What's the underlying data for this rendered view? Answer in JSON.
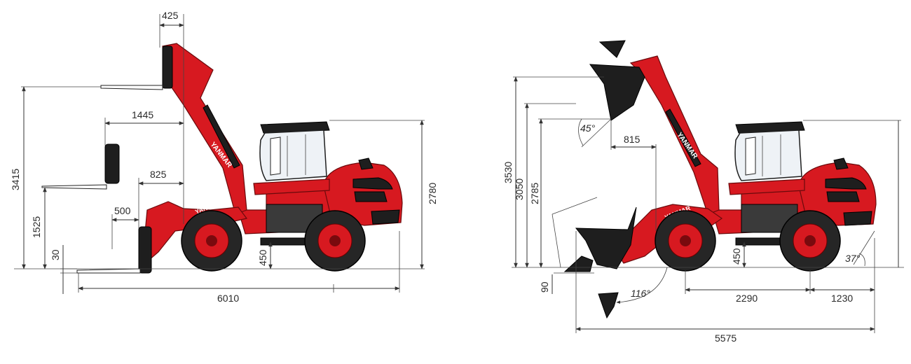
{
  "left_view": {
    "dimensions": {
      "fork_reach_top": "425",
      "fork_reach_mid": "1445",
      "fork_reach_low_mid": "825",
      "fork_reach_ground": "500",
      "height_max": "3415",
      "height_mid": "1525",
      "height_ground": "30",
      "ground_clearance": "450",
      "overall_height": "2780",
      "overall_length": "6010"
    },
    "branding": "YANMAR"
  },
  "right_view": {
    "dimensions": {
      "hinge_height": "3530",
      "dump_height": "3050",
      "dump_clearance": "2785",
      "dump_reach": "815",
      "dump_angle": "45°",
      "dig_depth": "90",
      "ground_clearance": "450",
      "rollback_angle": "116°",
      "wheelbase": "2290",
      "rear_overhang": "1230",
      "departure_angle": "37°",
      "overall_length": "5575"
    },
    "branding": "YANMAR"
  },
  "colors": {
    "body_red": "#d71920",
    "dark_red": "#a51016",
    "black": "#1e1e1e",
    "dimension_line": "#333333"
  }
}
